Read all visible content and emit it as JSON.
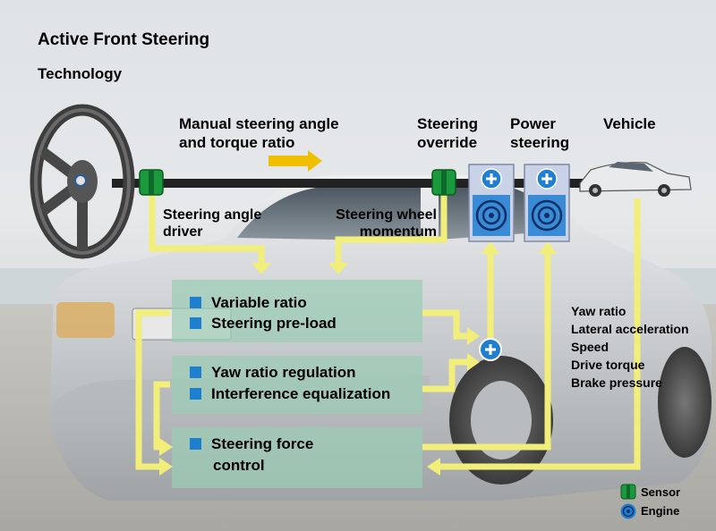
{
  "title": "Active Front Steering",
  "subtitle": "Technology",
  "labels": {
    "manual_line1": "Manual steering angle",
    "manual_line2": "and torque ratio",
    "override_line1": "Steering",
    "override_line2": "override",
    "power_line1": "Power",
    "power_line2": "steering",
    "vehicle": "Vehicle",
    "angle_line1": "Steering angle",
    "angle_line2": "driver",
    "momentum_line1": "Steering wheel",
    "momentum_line2": "momentum"
  },
  "functions": [
    {
      "label": "Variable ratio"
    },
    {
      "label": "Steering pre-load"
    },
    {
      "label": "Yaw ratio regulation"
    },
    {
      "label": "Interference equalization"
    },
    {
      "label": "Steering force"
    },
    {
      "label": "control"
    }
  ],
  "vehicle_signals": [
    "Yaw ratio",
    "Lateral acceleration",
    "Speed",
    "Drive torque",
    "Brake pressure"
  ],
  "legend": {
    "sensor": "Sensor",
    "engine": "Engine"
  },
  "colors": {
    "sensor": "#1a9a3c",
    "engine": "#1e7fd0",
    "signal_arrow": "#f2ee7a",
    "direction_arrow": "#f0c000",
    "box": "#9ccdb6"
  }
}
